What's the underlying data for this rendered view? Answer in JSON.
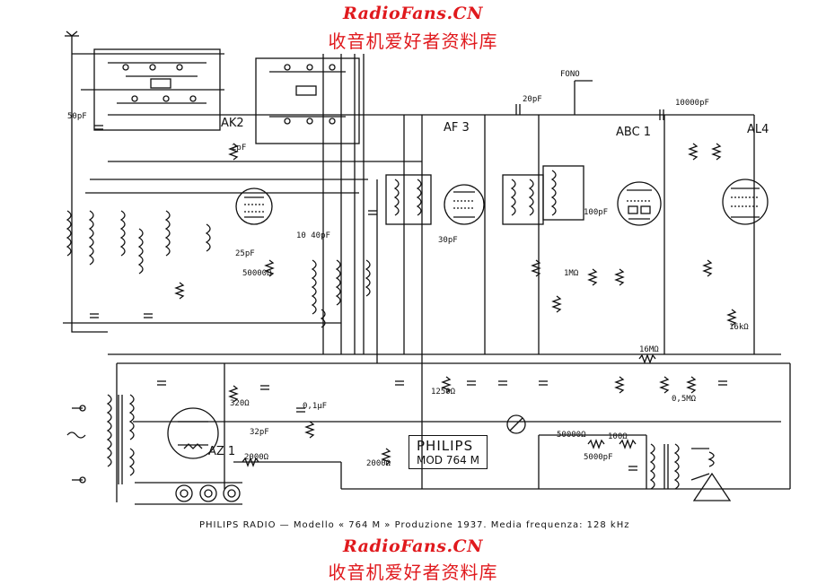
{
  "watermark": {
    "site": "RadioFans.CN",
    "chinese": "收音机爱好者资料库"
  },
  "tubes": {
    "ak2": "AK2",
    "af3": "AF 3",
    "abc1": "ABC 1",
    "al4": "AL4",
    "az1": "AZ 1"
  },
  "labels": {
    "fono": "FONO",
    "cap_20pf_top": "20pF",
    "cap_10000pf": "10000pF",
    "cap_2pf": "2pF",
    "cap_50pf": "50pF",
    "cap_25pf": "25pF",
    "res_50000": "50000Ω",
    "cap_10_40": "10 40pF",
    "cap_30pf": "30pF",
    "cap_100pf": "100pF",
    "res_1mohm": "1MΩ",
    "cap_01uf": "0,1μF",
    "res_320": "320Ω",
    "cap_32pf": "32pF",
    "res_2000": "2000Ω",
    "res_1250": "1250Ω",
    "res_16m": "16MΩ",
    "res_50000_out": "50000Ω",
    "res_100": "100Ω",
    "cap_5000pf": "5000pF",
    "res_05m": "0,5MΩ",
    "res_2000_b": "2000Ω",
    "res_16k": "16kΩ"
  },
  "philips_box": {
    "brand": "PHILIPS",
    "model": "MOD 764 M"
  },
  "caption": "PHILIPS RADIO — Modello « 764 M » Produzione 1937. Media frequenza: 128 kHz",
  "colors": {
    "ink": "#111111",
    "watermark": "#e0191d",
    "background": "#ffffff"
  }
}
